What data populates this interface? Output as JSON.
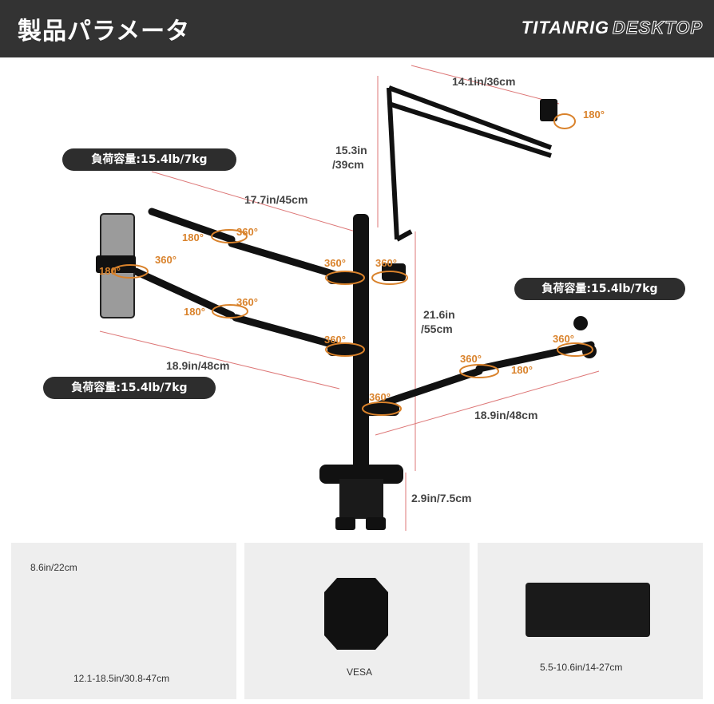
{
  "header": {
    "title": "製品パラメータ",
    "brand_main": "TITANRIG",
    "brand_sub": "DESKTOP"
  },
  "load_labels": [
    "負荷容量:15.4lb/7kg",
    "負荷容量:15.4lb/7kg",
    "負荷容量:15.4lb/7kg"
  ],
  "dimensions": {
    "top_arm_length": "14.1in/36cm",
    "top_arm_height_1": "15.3in",
    "top_arm_height_2": "/39cm",
    "upper_left_arm": "17.7in/45cm",
    "pole_height_1": "21.6in",
    "pole_height_2": "/55cm",
    "lower_left_arm": "18.9in/48cm",
    "right_arm": "18.9in/48cm",
    "clamp_height": "2.9in/7.5cm"
  },
  "rotations": {
    "r180a": "180°",
    "r360a": "360°",
    "r360b": "360°",
    "r360c": "360°",
    "r180b": "180°",
    "r360d": "360°",
    "r180c": "180°",
    "r360e": "360°",
    "r360f": "360°",
    "r360g": "360°",
    "r360h": "360°",
    "r180d": "180°",
    "r180e": "180°",
    "r360i": "360°"
  },
  "panels": {
    "laptop_height": "8.6in/22cm",
    "laptop_width": "12.1-18.5in/30.8-47cm",
    "vesa": "VESA",
    "phone_width": "5.5-10.6in/14-27cm"
  },
  "colors": {
    "header_bg": "#333333",
    "pill_bg": "#2d2d2d",
    "accent": "#d9822b",
    "panel_bg": "#eeeeee"
  }
}
